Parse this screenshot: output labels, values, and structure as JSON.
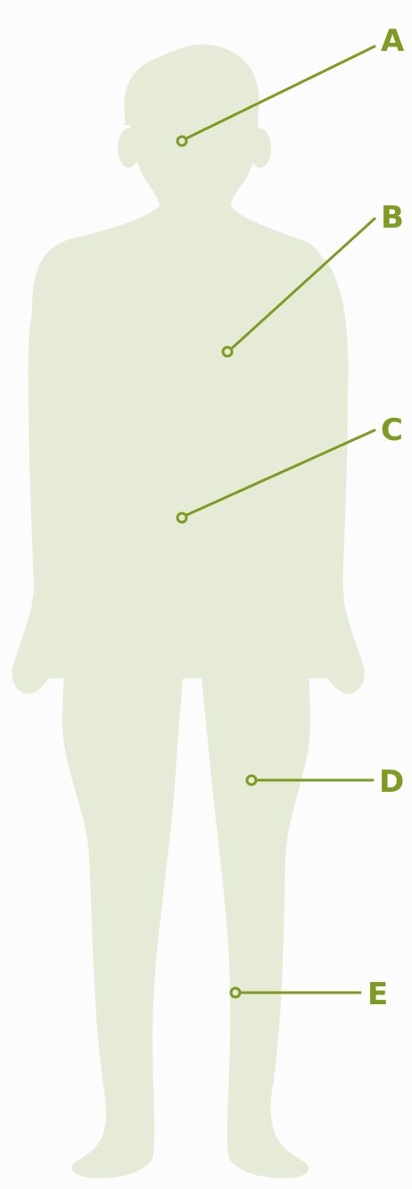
{
  "colors": {
    "background": "#fbfcfb",
    "silhouette": "#e6ebd8",
    "accent": "#7e9b22"
  },
  "icons": {
    "silhouette": "human-body-silhouette-icon"
  },
  "callouts": [
    {
      "label": "A"
    },
    {
      "label": "B"
    },
    {
      "label": "C"
    },
    {
      "label": "D"
    },
    {
      "label": "E"
    }
  ]
}
